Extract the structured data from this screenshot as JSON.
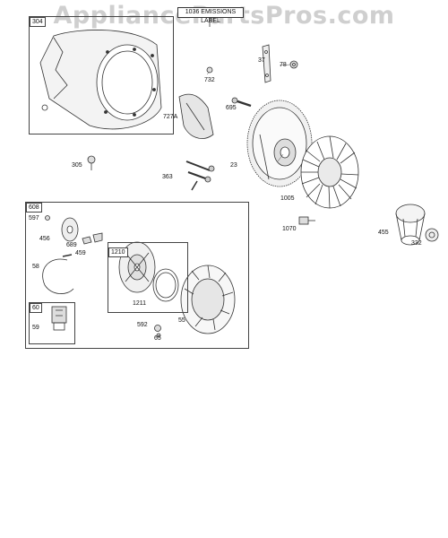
{
  "watermark": "AppliancePartsPros.com",
  "emissions_label": "1036 EMISSIONS LABEL",
  "group_boxes": {
    "housing": "304",
    "starter": "608",
    "pulley": "1210",
    "spring": "60"
  },
  "callouts": {
    "c78": "78",
    "c37": "37",
    "c732": "732",
    "c727a": "727A",
    "c695": "695",
    "c305": "305",
    "c363": "363",
    "c23": "23",
    "c1005": "1005",
    "c1070": "1070",
    "c455": "455",
    "c332": "332",
    "c597": "597",
    "c456": "456",
    "c689": "689",
    "c459": "459",
    "c58": "58",
    "c1211": "1211",
    "c59": "59",
    "c592": "592",
    "c55": "55",
    "c65": "65"
  }
}
